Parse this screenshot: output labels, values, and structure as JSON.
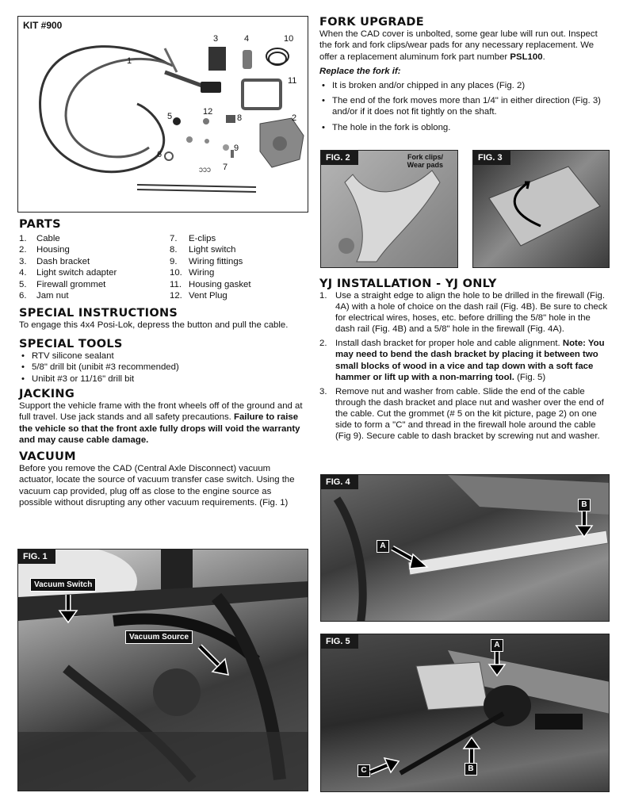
{
  "kit": {
    "label": "KIT #900",
    "callouts": [
      "1",
      "2",
      "3",
      "4",
      "5",
      "6",
      "7",
      "8",
      "9",
      "10",
      "11",
      "12"
    ]
  },
  "parts": {
    "heading": "PARTS",
    "col1": [
      {
        "n": "1.",
        "t": "Cable"
      },
      {
        "n": "2.",
        "t": "Housing"
      },
      {
        "n": "3.",
        "t": "Dash bracket"
      },
      {
        "n": "4.",
        "t": "Light switch adapter"
      },
      {
        "n": "5.",
        "t": "Firewall grommet"
      },
      {
        "n": "6.",
        "t": "Jam nut"
      }
    ],
    "col2": [
      {
        "n": "7.",
        "t": "E-clips"
      },
      {
        "n": "8.",
        "t": "Light switch"
      },
      {
        "n": "9.",
        "t": "Wiring fittings"
      },
      {
        "n": "10.",
        "t": "Wiring"
      },
      {
        "n": "11.",
        "t": "Housing gasket"
      },
      {
        "n": "12.",
        "t": "Vent Plug"
      }
    ]
  },
  "special_instructions": {
    "heading": "SPECIAL INSTRUCTIONS",
    "text": "To engage this 4x4 Posi-Lok, depress the button and pull the cable."
  },
  "special_tools": {
    "heading": "SPECIAL TOOLS",
    "items": [
      "RTV silicone sealant",
      "5/8\" drill bit (unibit #3 recommended)",
      "Unibit #3 or 11/16\" drill bit"
    ]
  },
  "jacking": {
    "heading": "JACKING",
    "text": "Support the vehicle frame with the front wheels off of the ground and at full travel. Use jack stands and all safety precautions.",
    "bold": "Failure to raise the vehicle so that the front axle fully drops will void the warranty and may cause cable damage."
  },
  "vacuum": {
    "heading": "VACUUM",
    "text": "Before you remove the CAD (Central Axle Disconnect) vacuum actuator, locate the source of vacuum transfer case switch. Using the vacuum cap provided, plug off as close to the engine source as possible without disrupting any other vacuum requirements. (Fig. 1)"
  },
  "fig1": {
    "label": "FIG. 1",
    "vacuum_switch": "Vacuum Switch",
    "vacuum_source": "Vacuum Source"
  },
  "fork": {
    "heading": "FORK UPGRADE",
    "text": "When the CAD cover is unbolted, some gear lube will run out. Inspect the fork and fork clips/wear pads for any necessary replacement. We offer a replacement aluminum fork part number",
    "part": "PSL100",
    "replace_heading": "Replace the fork if:",
    "items": [
      "It is broken and/or chipped in any places (Fig. 2)",
      "The end of the fork moves more than 1/4\" in either direction (Fig. 3) and/or if it does not fit tightly on the shaft.",
      "The hole in the fork is oblong."
    ]
  },
  "fig2": {
    "label": "FIG. 2",
    "annot_line1": "Fork clips/",
    "annot_line2": "Wear pads"
  },
  "fig3": {
    "label": "FIG. 3"
  },
  "yj": {
    "heading": "YJ INSTALLATION - YJ ONLY",
    "step1": "Use a straight edge to align the hole to be drilled in the firewall (Fig. 4A) with a hole of choice on the dash rail (Fig. 4B). Be sure to check for electrical wires, hoses, etc. before drilling the 5/8\" hole in the dash rail (Fig. 4B) and a 5/8\" hole in the firewall (Fig. 4A).",
    "step2_a": "Install dash bracket for proper hole and cable alignment.",
    "step2_bold": "Note: You may need to bend the dash bracket by placing it between two small blocks of wood in a vice and tap down with a soft face hammer or lift up with a non-marring tool.",
    "step2_ref": "(Fig. 5)",
    "step3": "Remove nut and washer from cable. Slide the end of the cable through the dash bracket and place nut and washer over the end of the cable. Cut the grommet (# 5 on the kit picture, page 2) on one side to form a \"C\" and thread in the firewall hole around the cable (Fig 9). Secure cable to dash bracket by screwing nut and washer."
  },
  "fig4": {
    "label": "FIG. 4",
    "a": "A",
    "b": "B"
  },
  "fig5": {
    "label": "FIG. 5",
    "a": "A",
    "b": "B",
    "c": "C"
  }
}
